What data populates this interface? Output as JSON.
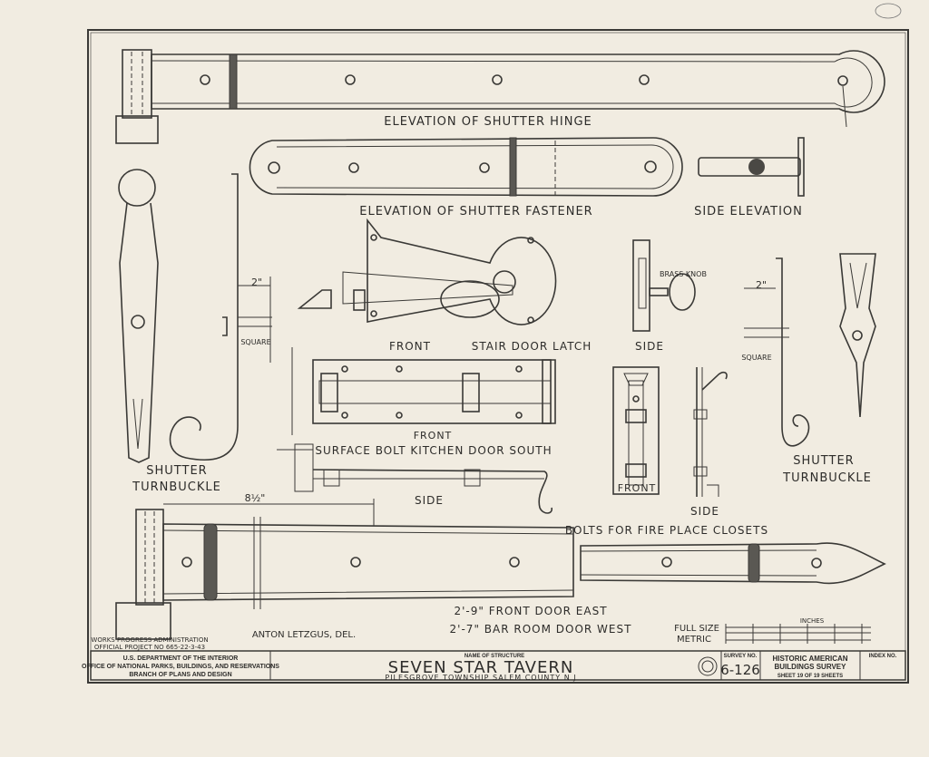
{
  "labels": {
    "elevation_shutter_hinge": "ELEVATION OF SHUTTER HINGE",
    "elevation_shutter_fastener": "ELEVATION OF SHUTTER FASTENER",
    "side_elevation": "SIDE ELEVATION",
    "brass_knob": "BRASS KNOB",
    "front_latch": "FRONT",
    "stair_door_latch": "STAIR DOOR LATCH",
    "side_latch": "SIDE",
    "front_bolt": "FRONT",
    "surface_bolt": "SURFACE BOLT KITCHEN DOOR SOUTH",
    "side_bolt": "SIDE",
    "front_closet": "FRONT",
    "side_closet": "SIDE",
    "bolts_fire_place": "BOLTS FOR FIRE PLACE CLOSETS",
    "turnbuckle_left_1": "SHUTTER",
    "turnbuckle_left_2": "TURNBUCKLE",
    "turnbuckle_right_1": "SHUTTER",
    "turnbuckle_right_2": "TURNBUCKLE",
    "dim_2in_left": "2\"",
    "dim_2in_right": "2\"",
    "square_left": "SQUARE",
    "square_right": "SQUARE",
    "dim_8_half": "8½\"",
    "front_door_east": "2'-9\" FRONT DOOR EAST",
    "bar_room_door_west": "2'-7\" BAR ROOM DOOR WEST",
    "full_size": "FULL SIZE",
    "metric": "METRIC",
    "scale_inches": "INCHES",
    "drafter": "ANTON LETZGUS, DEL.",
    "wpa_1": "WORKS PROGRESS ADMINISTRATION",
    "wpa_2": "OFFICIAL PROJECT NO 665-22-3-43"
  },
  "title_block": {
    "dept_1": "U.S. DEPARTMENT OF THE INTERIOR",
    "dept_2": "OFFICE OF NATIONAL PARKS, BUILDINGS, AND RESERVATIONS",
    "dept_3": "BRANCH OF PLANS AND DESIGN",
    "name_heading": "NAME OF STRUCTURE",
    "structure_name": "SEVEN STAR TAVERN",
    "location": "PILESGROVE TOWNSHIP SALEM COUNTY N J",
    "survey_heading": "SURVEY NO.",
    "survey_no": "6-126",
    "habs_1": "HISTORIC AMERICAN",
    "habs_2": "BUILDINGS SURVEY",
    "sheet": "SHEET 19 OF 19 SHEETS",
    "index_heading": "INDEX NO."
  },
  "colors": {
    "paper": "#f1ece1",
    "ink": "#3a3936"
  }
}
